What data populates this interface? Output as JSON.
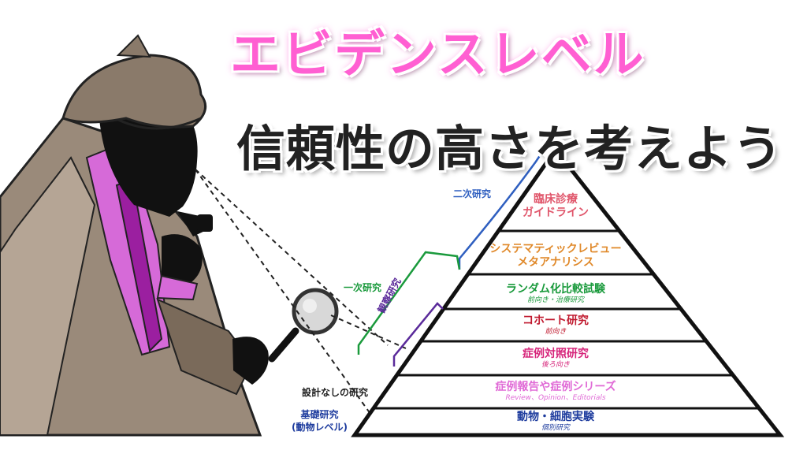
{
  "title": "エビデンスレベル",
  "subtitle": "信頼性の高さを考えよう",
  "levels": [
    {
      "line1": "臨床診療",
      "line2": "ガイドライン",
      "note": "",
      "color": "#e0566b"
    },
    {
      "line1": "システマティックレビュー",
      "line2": "メタアナリシス",
      "note": "",
      "color": "#e0892a"
    },
    {
      "line1": "ランダム化比較試験",
      "line2": "",
      "note": "前向き・治療研究",
      "color": "#1a9a3c"
    },
    {
      "line1": "コホート研究",
      "line2": "",
      "note": "前向き",
      "color": "#c0192e"
    },
    {
      "line1": "症例対照研究",
      "line2": "",
      "note": "後ろ向き",
      "color": "#d6247a"
    },
    {
      "line1": "症例報告や症例シリーズ",
      "line2": "",
      "note": "Review、Opinion、Editorials",
      "color": "#e06ad6"
    },
    {
      "line1": "動物・細胞実験",
      "line2": "",
      "note": "個別研究",
      "color": "#1e3c9e"
    }
  ],
  "side_labels": {
    "secondary": "二次研究",
    "primary": "一次研究",
    "observational": "観察研究",
    "no_design": "設計なしの研究",
    "basic_line1": "基礎研究",
    "basic_line2": "(動物レベル)"
  },
  "colors": {
    "title_pink": "#ff5fd2",
    "secondary_bracket": "#2f5fc0",
    "primary_bracket": "#1a9a3c",
    "observational_bracket": "#5a2a9a",
    "basic_label": "#1e3c9e"
  }
}
